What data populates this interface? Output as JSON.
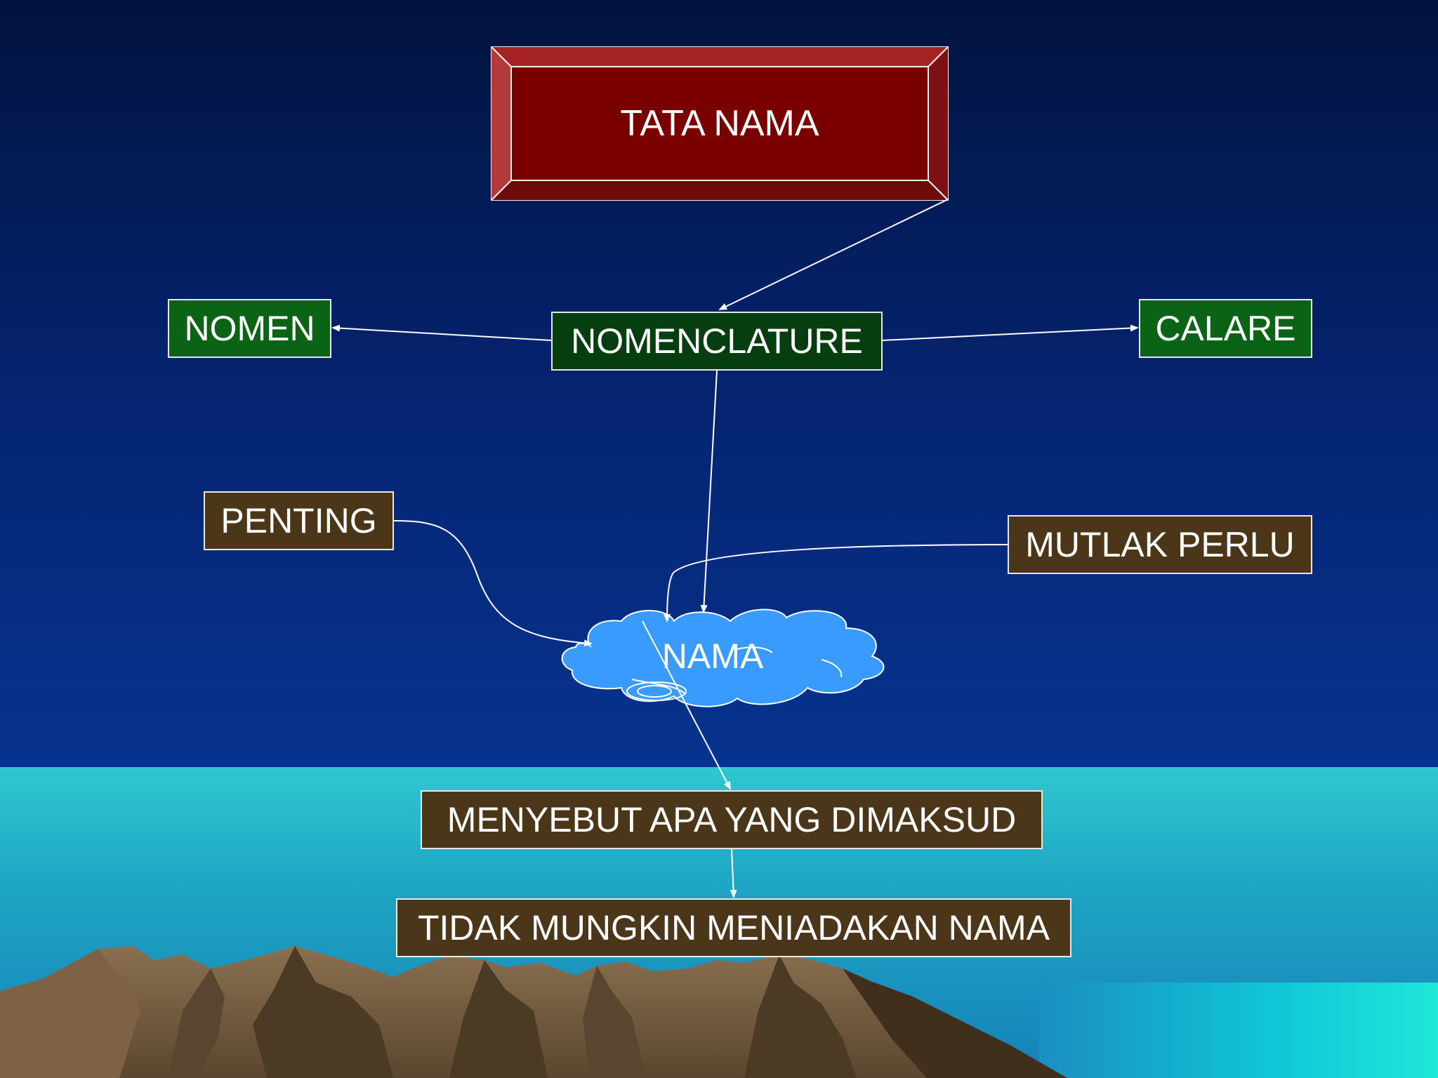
{
  "diagram": {
    "title_node": "TATA NAMA",
    "nodes": {
      "nomen": "NOMEN",
      "nomenclature": "NOMENCLATURE",
      "calare": "CALARE",
      "penting": "PENTING",
      "mutlak_perlu": "MUTLAK PERLU",
      "nama": "NAMA",
      "menyebut": "MENYEBUT APA YANG DIMAKSUD",
      "tidak": "TIDAK MUNGKIN MENIADAKAN NAMA"
    },
    "edges": [
      {
        "from": "TATA NAMA",
        "to": "NOMENCLATURE"
      },
      {
        "from": "NOMENCLATURE",
        "to": "NOMEN"
      },
      {
        "from": "NOMENCLATURE",
        "to": "CALARE"
      },
      {
        "from": "NOMENCLATURE",
        "to": "NAMA"
      },
      {
        "from": "PENTING",
        "to": "NAMA"
      },
      {
        "from": "MUTLAK PERLU",
        "to": "NAMA"
      },
      {
        "from": "NAMA",
        "to": "MENYEBUT APA YANG DIMAKSUD"
      },
      {
        "from": "MENYEBUT APA YANG DIMAKSUD",
        "to": "TIDAK MUNGKIN MENIADAKAN NAMA"
      }
    ]
  },
  "colors": {
    "title_fill": "#7a0000",
    "green_fill": "#0b6316",
    "dark_green_fill": "#063e10",
    "brown_fill": "#4b3619",
    "cloud_fill": "#3a9bff",
    "sky_top": "#01133f",
    "sea": "#2ec8cf"
  }
}
